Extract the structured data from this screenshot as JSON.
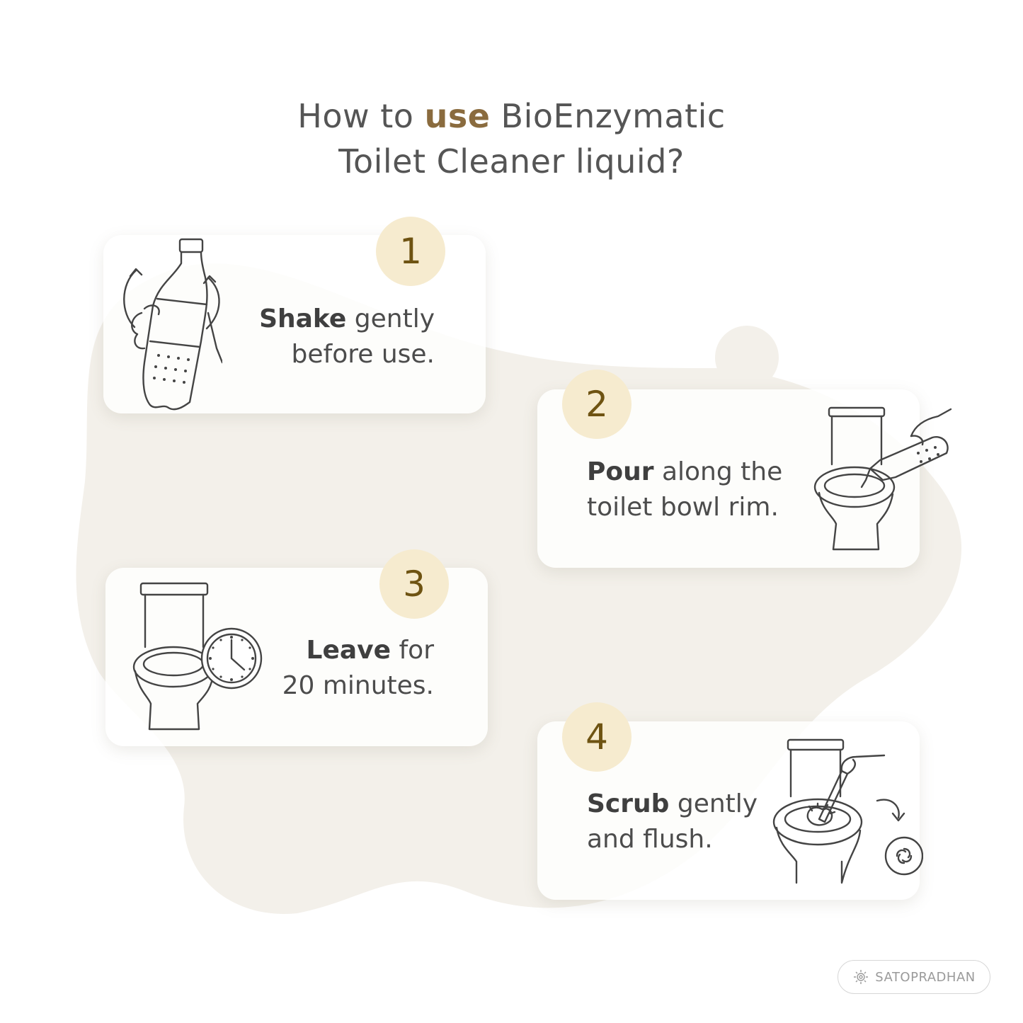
{
  "title": {
    "prefix": "How to ",
    "accent": "use",
    "suffix": " BioEnzymatic",
    "line2": "Toilet Cleaner liquid?"
  },
  "steps": [
    {
      "number": "1",
      "bold": "Shake",
      "rest_line1": " gently",
      "line2": "before use.",
      "icon": "hand-shaking-bottle-icon"
    },
    {
      "number": "2",
      "bold": "Pour",
      "rest_line1": " along the",
      "line2": "toilet bowl rim.",
      "icon": "pouring-into-toilet-icon"
    },
    {
      "number": "3",
      "bold": "Leave",
      "rest_line1": " for",
      "line2": "20 minutes.",
      "icon": "toilet-clock-icon"
    },
    {
      "number": "4",
      "bold": "Scrub",
      "rest_line1": " gently",
      "line2": "and flush.",
      "icon": "toilet-brush-flush-icon"
    }
  ],
  "brand": {
    "name": "SATOPRADHAN",
    "icon": "sun-logo-icon"
  },
  "colors": {
    "accent": "#8a6b3e",
    "badge": "#f6ebcf",
    "badge_text": "#6e5312",
    "blob": "#f3f0ea"
  }
}
